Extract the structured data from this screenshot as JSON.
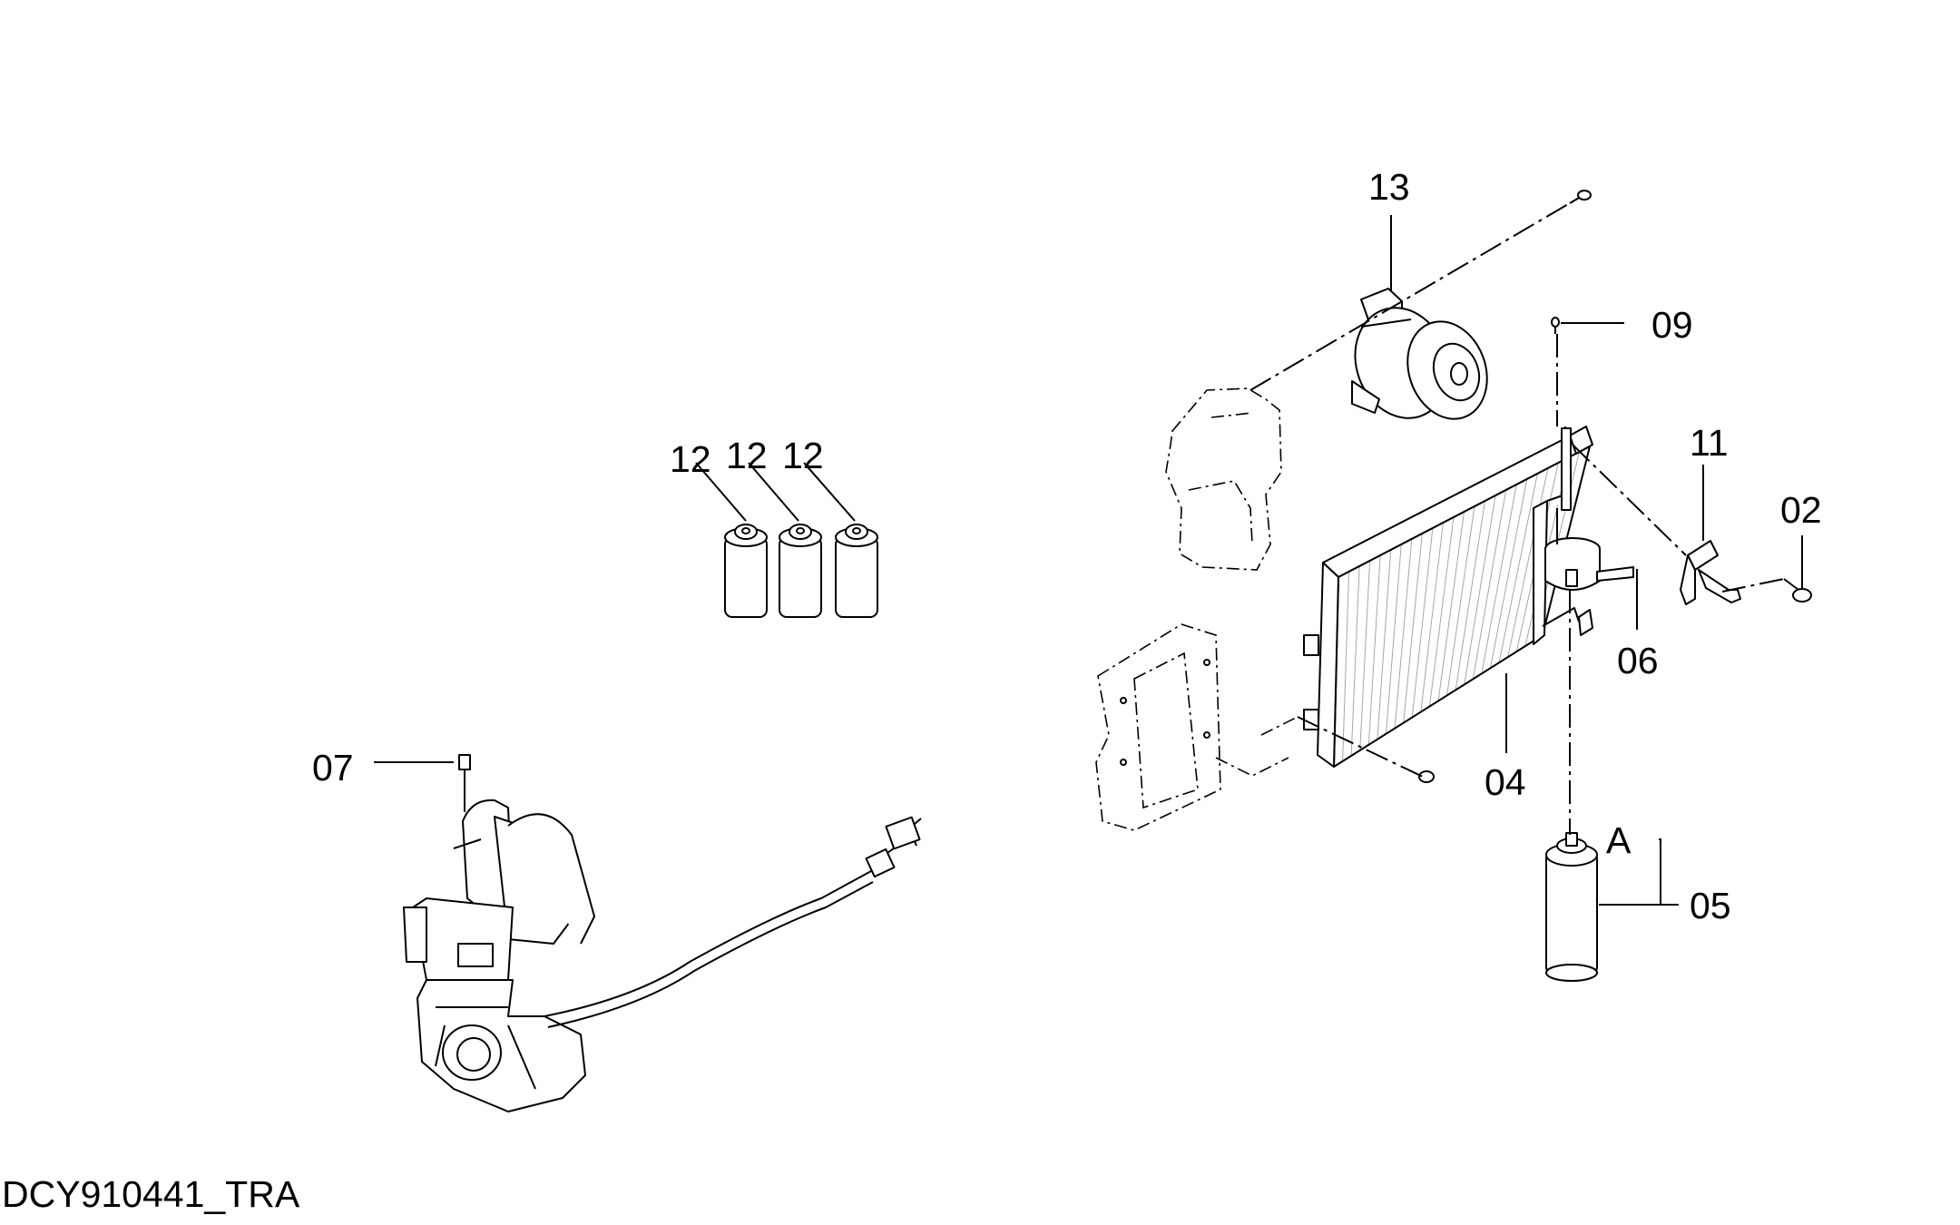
{
  "drawing_code": "DCY910441_TRA",
  "callouts": {
    "c13": "13",
    "c09": "09",
    "c12a": "12",
    "c12b": "12",
    "c12c": "12",
    "c11": "11",
    "c02": "02",
    "c06": "06",
    "c04": "04",
    "c07": "07",
    "cA": "A",
    "c05": "05"
  }
}
